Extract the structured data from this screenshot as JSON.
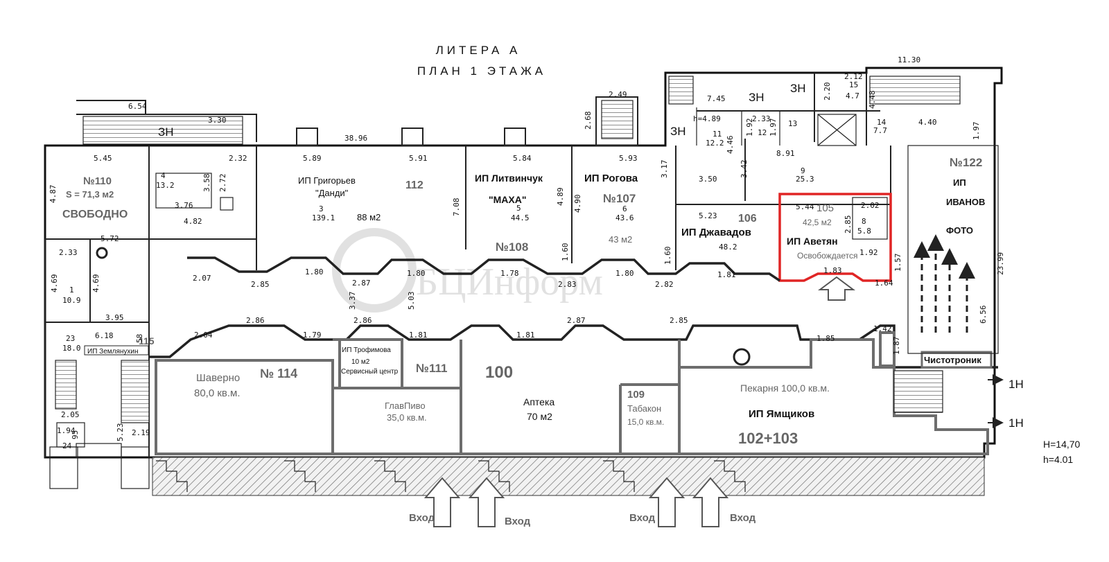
{
  "title": {
    "line1": "ЛИТЕРА   А",
    "line2": "ПЛАН  1  ЭТАЖА"
  },
  "watermark": "БЦИнформ",
  "height_note": {
    "H": "H=14,70",
    "h": "h=4.01"
  },
  "rooms": {
    "r110": {
      "number": "№110",
      "area": "S = 71,3 м2",
      "status": "СВОБОДНО"
    },
    "r4": {
      "num": "4",
      "area": "13.2"
    },
    "r3": {
      "tenant": "ИП Григорьев",
      "brand": "\"Данди\"",
      "num": "3",
      "area": "139.1",
      "area_m2": "88 м2",
      "number": "112"
    },
    "r5": {
      "tenant": "ИП Литвинчук",
      "brand": "\"МАХА\"",
      "num": "5",
      "area": "44.5",
      "number": "№108"
    },
    "r6": {
      "tenant": "ИП Рогова",
      "number": "№107",
      "num": "6",
      "area": "43.6",
      "area_m2": "43 м2"
    },
    "r106": {
      "tenant": "ИП Джавадов",
      "number": "106",
      "area": "48.2"
    },
    "r105": {
      "number": "105",
      "area": "42,5 м2",
      "tenant": "ИП Аветян",
      "status": "Освобождается"
    },
    "r122": {
      "number": "№122",
      "tenant_line1": "ИП",
      "tenant_line2": "ИВАНОВ",
      "tenant_line3": "ФОТО"
    },
    "r114": {
      "name": "Шаверно",
      "area": "80,0 кв.м.",
      "number": "№ 114"
    },
    "r111": {
      "number": "№111",
      "name": "ГлавПиво",
      "area": "35,0 кв.м."
    },
    "service": {
      "tenant": "ИП Трофимова",
      "area": "10 м2",
      "name": "Сервисный центр"
    },
    "r100": {
      "number": "100",
      "name": "Аптека",
      "area": "70 м2"
    },
    "r109": {
      "number": "109",
      "name": "Табакон",
      "area": "15,0 кв.м."
    },
    "r102": {
      "name": "Пекарня  100,0 кв.м.",
      "tenant": "ИП Ямщиков",
      "number": "102+103"
    },
    "r115": {
      "number": "115",
      "tenant": "ИП Землянухин",
      "num": "23",
      "area": "18.0"
    },
    "r1": {
      "num": "1",
      "area": "10.9"
    },
    "clean": {
      "name": "Чистотроник"
    },
    "r9": {
      "num": "9",
      "area": "25.3"
    },
    "r11": {
      "num": "11",
      "area": "12.2"
    },
    "r12": {
      "num": "12"
    },
    "r13": {
      "num": "13"
    },
    "r14": {
      "num": "14",
      "area": "7.7"
    },
    "r15": {
      "num": "15",
      "area": "4.7"
    },
    "r8": {
      "num": "8",
      "area": "5.8"
    },
    "r24": {
      "num": "24"
    }
  },
  "entrances": {
    "label": "Вход",
    "e1": "Вход",
    "e2": "Вход",
    "e3": "Вход",
    "e4": "Вход"
  },
  "marks": {
    "zn1": "ЗН",
    "zn2": "ЗН",
    "zn3": "ЗН",
    "zn4": "ЗН",
    "n1": "1Н",
    "n2": "1Н"
  },
  "dimensions": {
    "d654": "6.54",
    "d330": "3.30",
    "d3896": "38.96",
    "d249": "2.49",
    "d268": "2.68",
    "d545": "5.45",
    "d232": "2.32",
    "d589": "5.89",
    "d591": "5.91",
    "d584": "5.84",
    "d593": "5.93",
    "d487": "4.87",
    "d358": "3.58",
    "d272": "2.72",
    "d376": "3.76",
    "d482": "4.82",
    "d572": "5.72",
    "d708": "7.08",
    "d489": "4.89",
    "d490": "4.90",
    "d317": "3.17",
    "d350": "3.50",
    "d342": "3.42",
    "d523": "5.23",
    "d544": "5.44",
    "d202": "2.02",
    "d285b": "2.85",
    "d192": "1.92",
    "d157": "1.57",
    "d891": "8.91",
    "d745": "7.45",
    "d212": "2.12",
    "d448": "4.48",
    "d1130": "11.30",
    "d440": "4.40",
    "d197": "1.97",
    "d2399": "23.99",
    "d656": "6.56",
    "d142": "1.42",
    "d187": "1.87",
    "d233": "2.33",
    "d469a": "4.69",
    "d469b": "4.69",
    "d395": "3.95",
    "d207": "2.07",
    "d285": "2.85",
    "d180a": "1.80",
    "d287": "2.87",
    "d180b": "1.80",
    "d178": "1.78",
    "d283": "2.83",
    "d160a": "1.60",
    "d180c": "1.80",
    "d282": "2.82",
    "d160b": "1.60",
    "d181": "1.81",
    "d183": "1.83",
    "d164": "1.64",
    "d337": "3.37",
    "d503": "5.03",
    "d204": "2.04",
    "d286": "2.86",
    "d179": "1.79",
    "d286b": "2.86",
    "d181b": "1.81",
    "d181c": "1.81",
    "d287b": "2.87",
    "d285c": "2.85",
    "d185": "1.85",
    "d618": "6.18",
    "d58": "58",
    "d205": "2.05",
    "d194": "1.94",
    "d95": "95",
    "d523b": "5.23",
    "d219": "2.19",
    "dh489": "h=4.89",
    "d233b": "2.33",
    "d192b": "1.92",
    "d197b": "1.97",
    "d446": "4.46",
    "d20": "2.20",
    "d285c2": "2.85"
  }
}
